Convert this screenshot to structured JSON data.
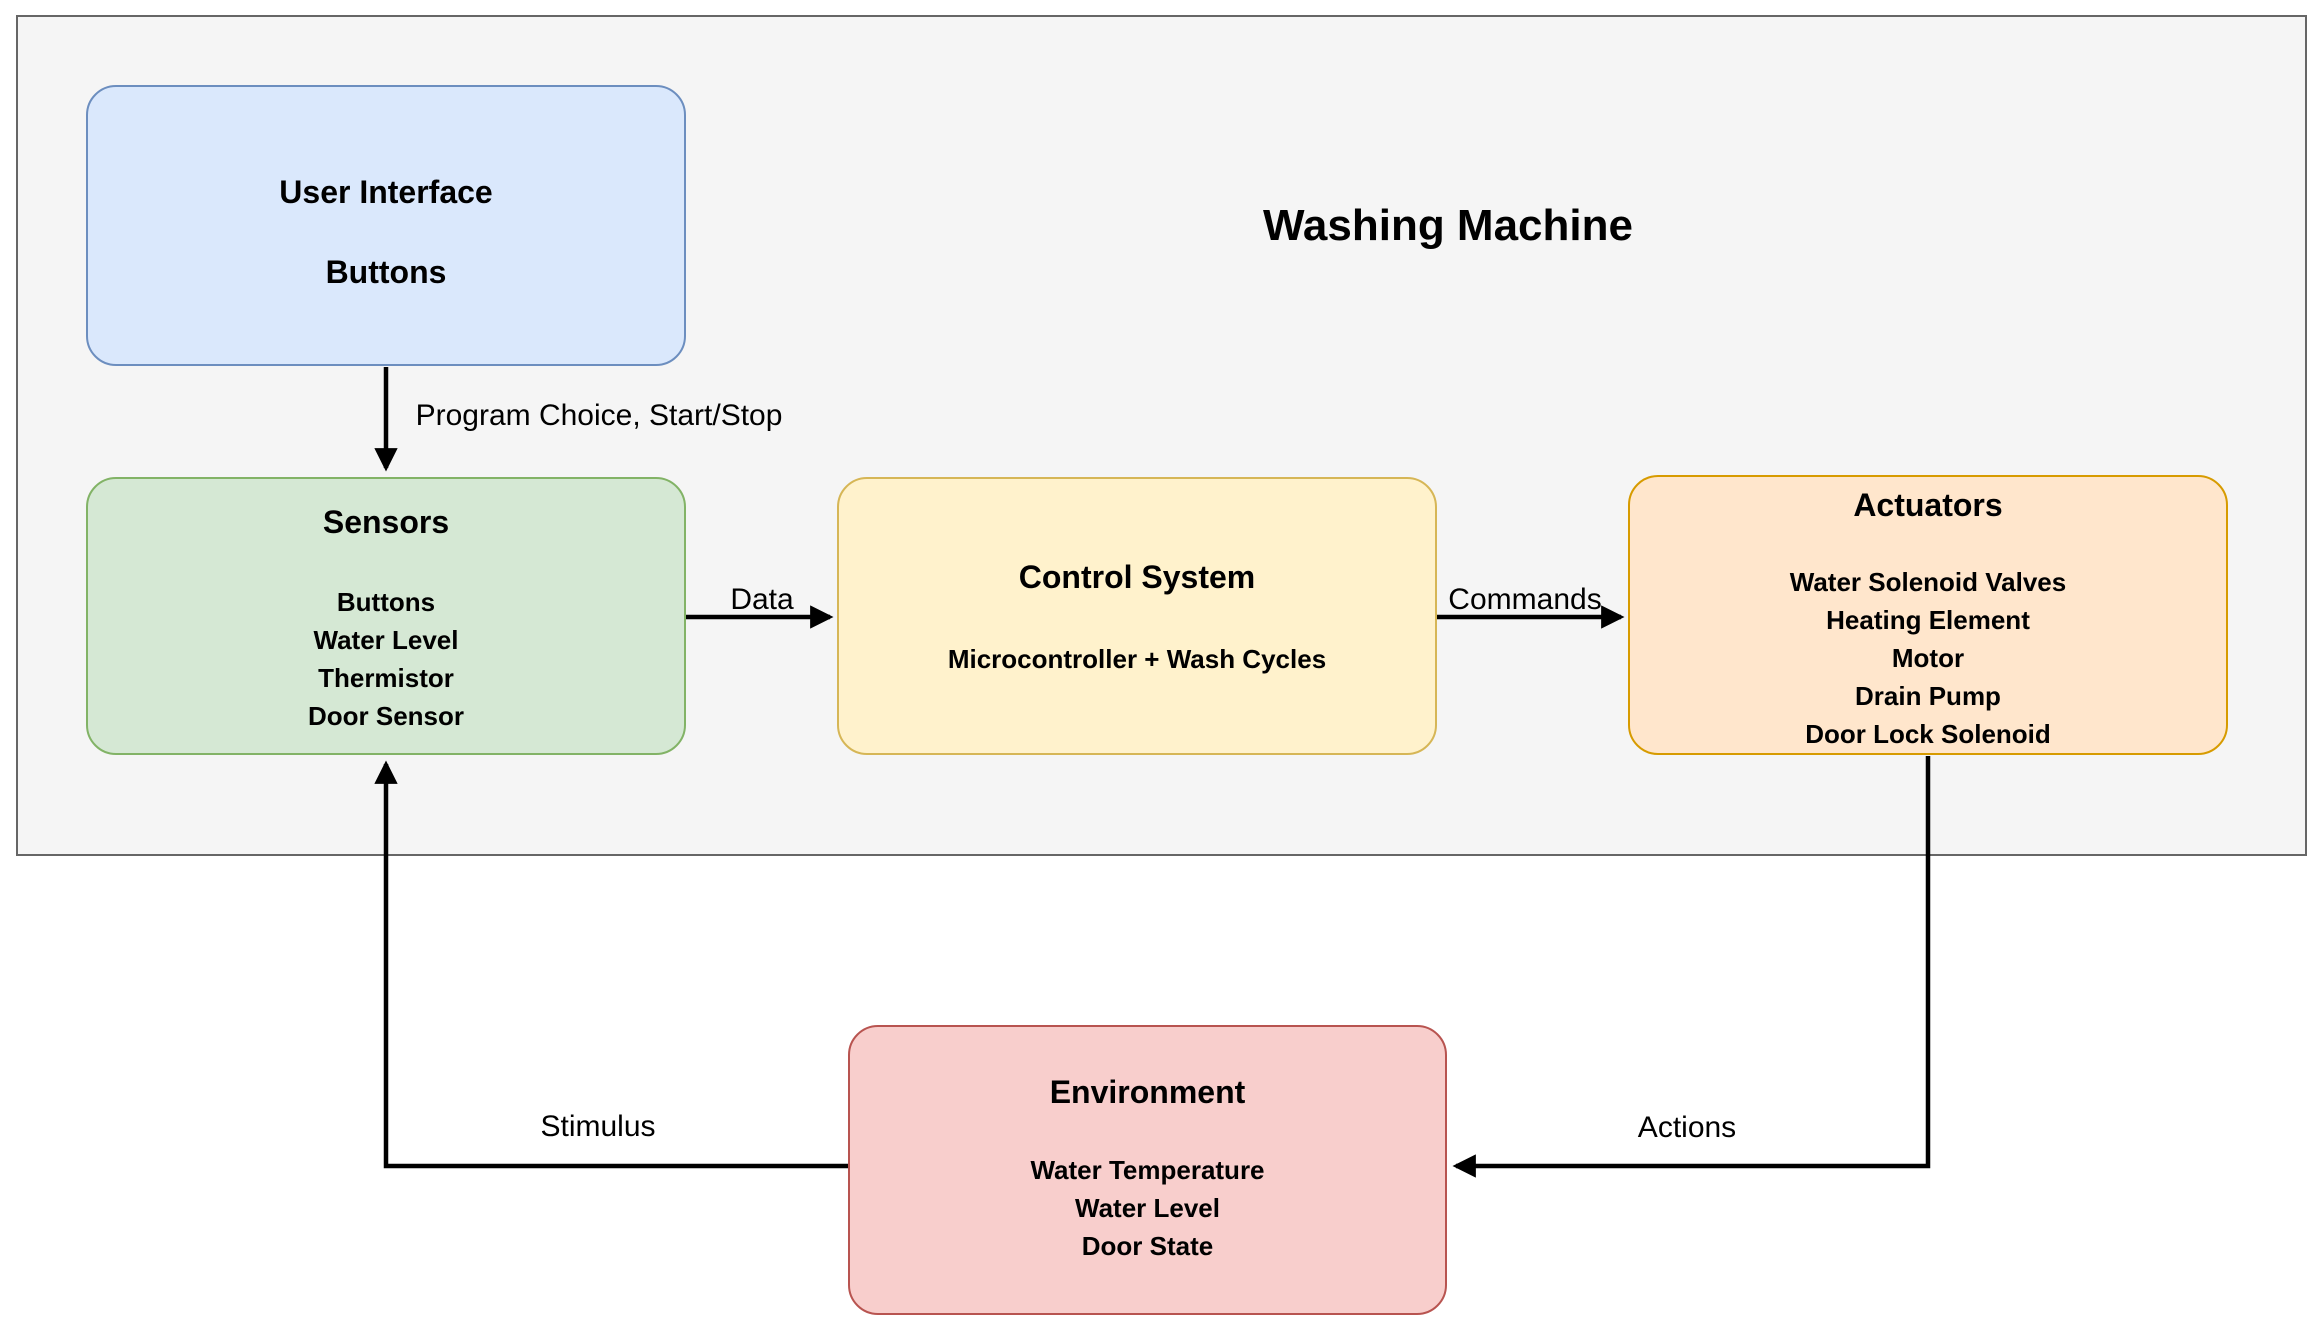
{
  "diagram": {
    "title": "Washing Machine",
    "nodes": [
      {
        "id": "user-interface",
        "title": "User Interface",
        "items": [
          "Buttons"
        ],
        "fill": "#dae8fc",
        "stroke": "#6c8ebf"
      },
      {
        "id": "sensors",
        "title": "Sensors",
        "items": [
          "Buttons",
          "Water Level",
          "Thermistor",
          "Door Sensor"
        ],
        "fill": "#d5e8d4",
        "stroke": "#82b366"
      },
      {
        "id": "control-system",
        "title": "Control System",
        "items": [
          "Microcontroller + Wash Cycles"
        ],
        "fill": "#fff2cc",
        "stroke": "#d6b656"
      },
      {
        "id": "actuators",
        "title": "Actuators",
        "items": [
          "Water Solenoid Valves",
          "Heating Element",
          "Motor",
          "Drain Pump",
          "Door Lock Solenoid"
        ],
        "fill": "#ffe6cc",
        "stroke": "#d79b00"
      },
      {
        "id": "environment",
        "title": "Environment",
        "items": [
          "Water Temperature",
          "Water Level",
          "Door State"
        ],
        "fill": "#f8cecc",
        "stroke": "#b85450"
      }
    ],
    "edges": [
      {
        "from": "user-interface",
        "to": "sensors",
        "label": "Program Choice, Start/Stop"
      },
      {
        "from": "sensors",
        "to": "control-system",
        "label": "Data"
      },
      {
        "from": "control-system",
        "to": "actuators",
        "label": "Commands"
      },
      {
        "from": "actuators",
        "to": "environment",
        "label": "Actions"
      },
      {
        "from": "environment",
        "to": "sensors",
        "label": "Stimulus"
      }
    ],
    "colors": {
      "boundary_fill": "#f5f5f5",
      "boundary_stroke": "#666666",
      "line": "#000000"
    }
  }
}
